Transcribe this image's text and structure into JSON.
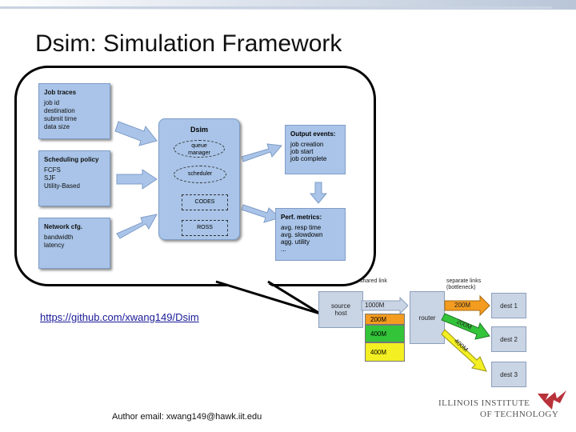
{
  "slide": {
    "title": "Dsim: Simulation Framework",
    "link": "https://github.com/xwang149/Dsim",
    "author": "Author email: xwang149@hawk.iit.edu"
  },
  "inputs": {
    "job_traces": {
      "title": "Job traces",
      "lines": [
        "job id",
        "destination",
        "submit time",
        "data size"
      ]
    },
    "scheduling": {
      "title": "Scheduling policy",
      "lines": [
        "FCFS",
        "SJF",
        "Utility-Based"
      ]
    },
    "network": {
      "title": "Network cfg.",
      "lines": [
        "bandwidth",
        "latency"
      ]
    }
  },
  "dsim": {
    "title": "Dsim",
    "queue_manager": [
      "queue",
      "manager"
    ],
    "scheduler": "scheduler",
    "codes": "CODES",
    "ross": "ROSS"
  },
  "outputs": {
    "events": {
      "title": "Output events:",
      "lines": [
        "job creation",
        "job start",
        "job complete"
      ]
    },
    "metrics": {
      "title": "Perf. metrics:",
      "lines": [
        "avg. resp time",
        "avg. slowdown",
        "agg. utility",
        "..."
      ]
    }
  },
  "network_diagram": {
    "shared_link": "shared link",
    "separate_links": [
      "separate links",
      "(bottleneck)"
    ],
    "source_host": [
      "source",
      "host"
    ],
    "router": "router",
    "shared_bandwidth": "1000M",
    "allocations": [
      "200M",
      "400M",
      "400M"
    ],
    "links": [
      "200M",
      "200M",
      "400M"
    ],
    "dests": [
      "dest 1",
      "dest 2",
      "dest 3"
    ]
  },
  "logo": {
    "line1": "ILLINOIS INSTITUTE",
    "line2": "OF TECHNOLOGY"
  },
  "colors": {
    "box_blue": "#a9c4e8",
    "orange": "#f39c1f",
    "green": "#33c43a",
    "yellow": "#f3ef22"
  }
}
